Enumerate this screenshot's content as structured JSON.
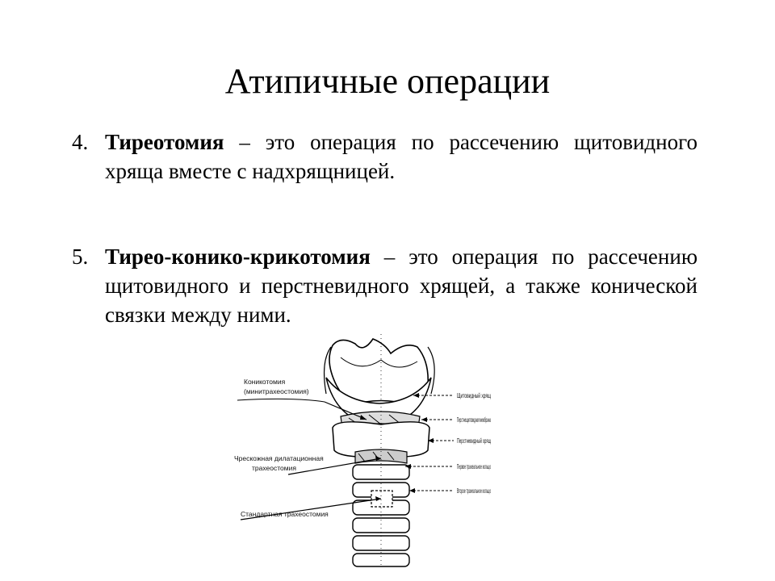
{
  "slide": {
    "title": "Атипичные операции",
    "items": [
      {
        "number": "4.",
        "term": "Тиреотомия",
        "text": " – это операция по рассечению щитовидного хряща вместе с надхрящницей."
      },
      {
        "number": "5.",
        "term": "Тирео-конико-крикотомия",
        "text": " – это операция по рассечению щитовидного и перстневидного хрящей, а также конической связки между ними."
      }
    ]
  },
  "figure": {
    "left_labels": [
      "Коникотомия",
      "(минитрахеостомия)",
      "Чрескожная дилатационная",
      "трахеостомия",
      "Стандартная трахеостомия"
    ],
    "right_labels": [
      "Щитовидный хрящ",
      "Перстнещитовидная мембрана",
      "Перстневидный хрящ",
      "Первое трахеальное кольцо",
      "Второе трахеальное кольцо"
    ]
  }
}
